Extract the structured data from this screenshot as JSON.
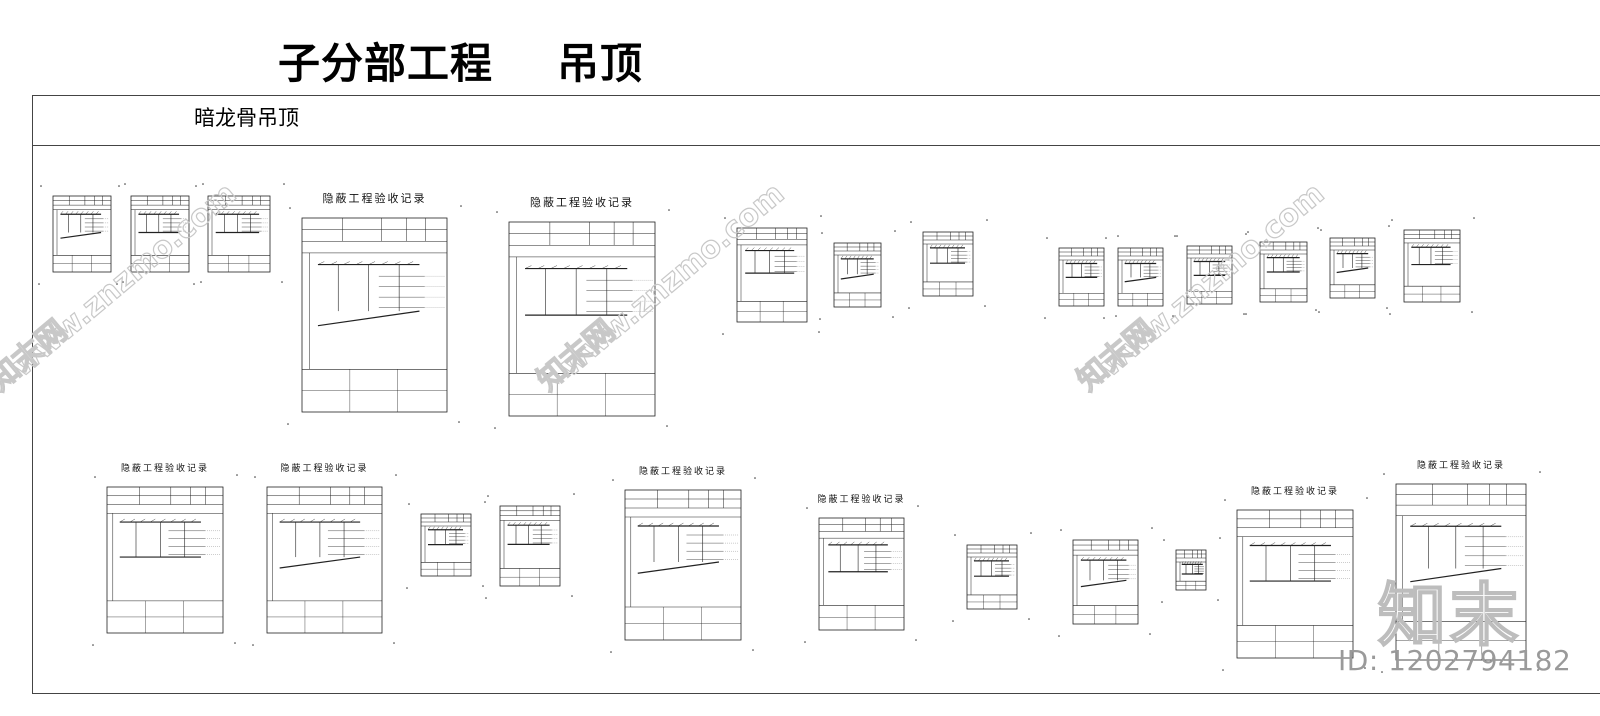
{
  "header": {
    "title_main": "子分部工程",
    "title_sub": "吊顶",
    "section": "暗龙骨吊顶"
  },
  "sheet_title": "隐蔽工程验收记录",
  "watermark": {
    "url": "www.znzmo.com",
    "brand": "知末网",
    "logo": "知末",
    "id_label": "ID: 1202794182"
  },
  "colors": {
    "line": "#222222",
    "frame": "#444444",
    "watermark": "#c8c8c8",
    "id_text": "#9a9a9a"
  }
}
